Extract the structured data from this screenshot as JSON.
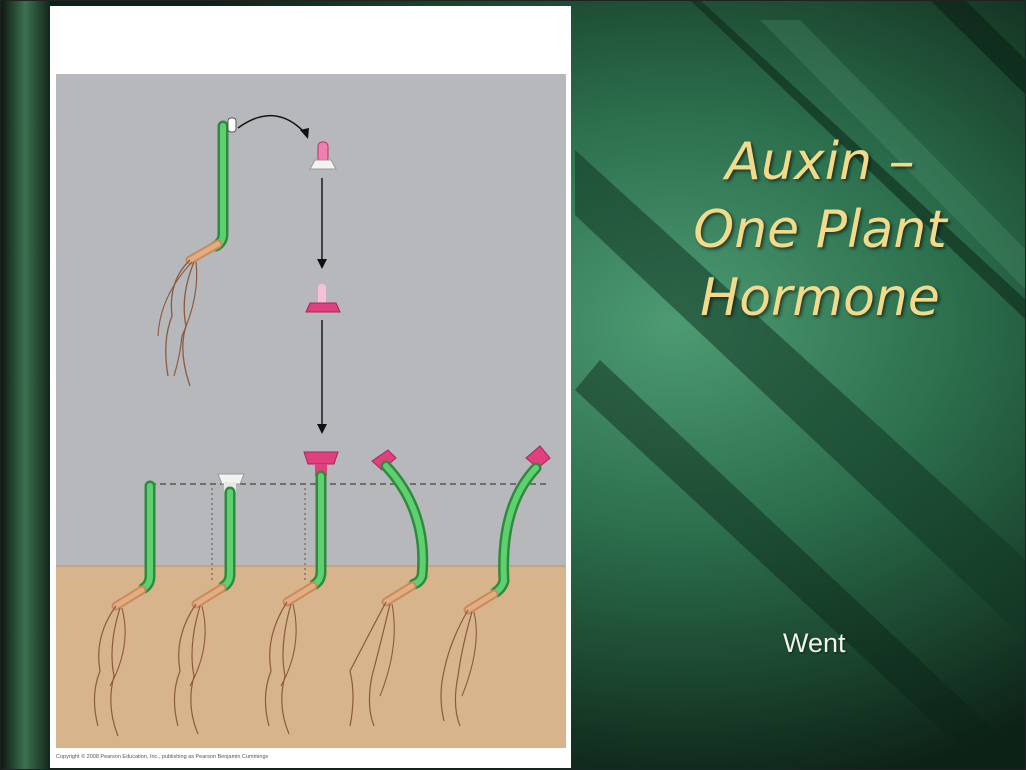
{
  "slide": {
    "title_lines": [
      "Auxin –",
      "One Plant",
      "Hormone"
    ],
    "subtext": "Went"
  },
  "figure": {
    "copyright": "Copyright © 2008 Pearson Education, Inc., publishing as Pearson Benjamin Cummings",
    "icon": "oat-coleoptile-auxin-experiment-illustration"
  },
  "colors": {
    "title_gold": "#f3d98a",
    "background_green": "#2f7a55",
    "coleoptile_green": "#4cc062",
    "agar_block_pink": "#e0407e",
    "soil_tan": "#d8b48c",
    "sky_gray": "#b7b8bc"
  }
}
